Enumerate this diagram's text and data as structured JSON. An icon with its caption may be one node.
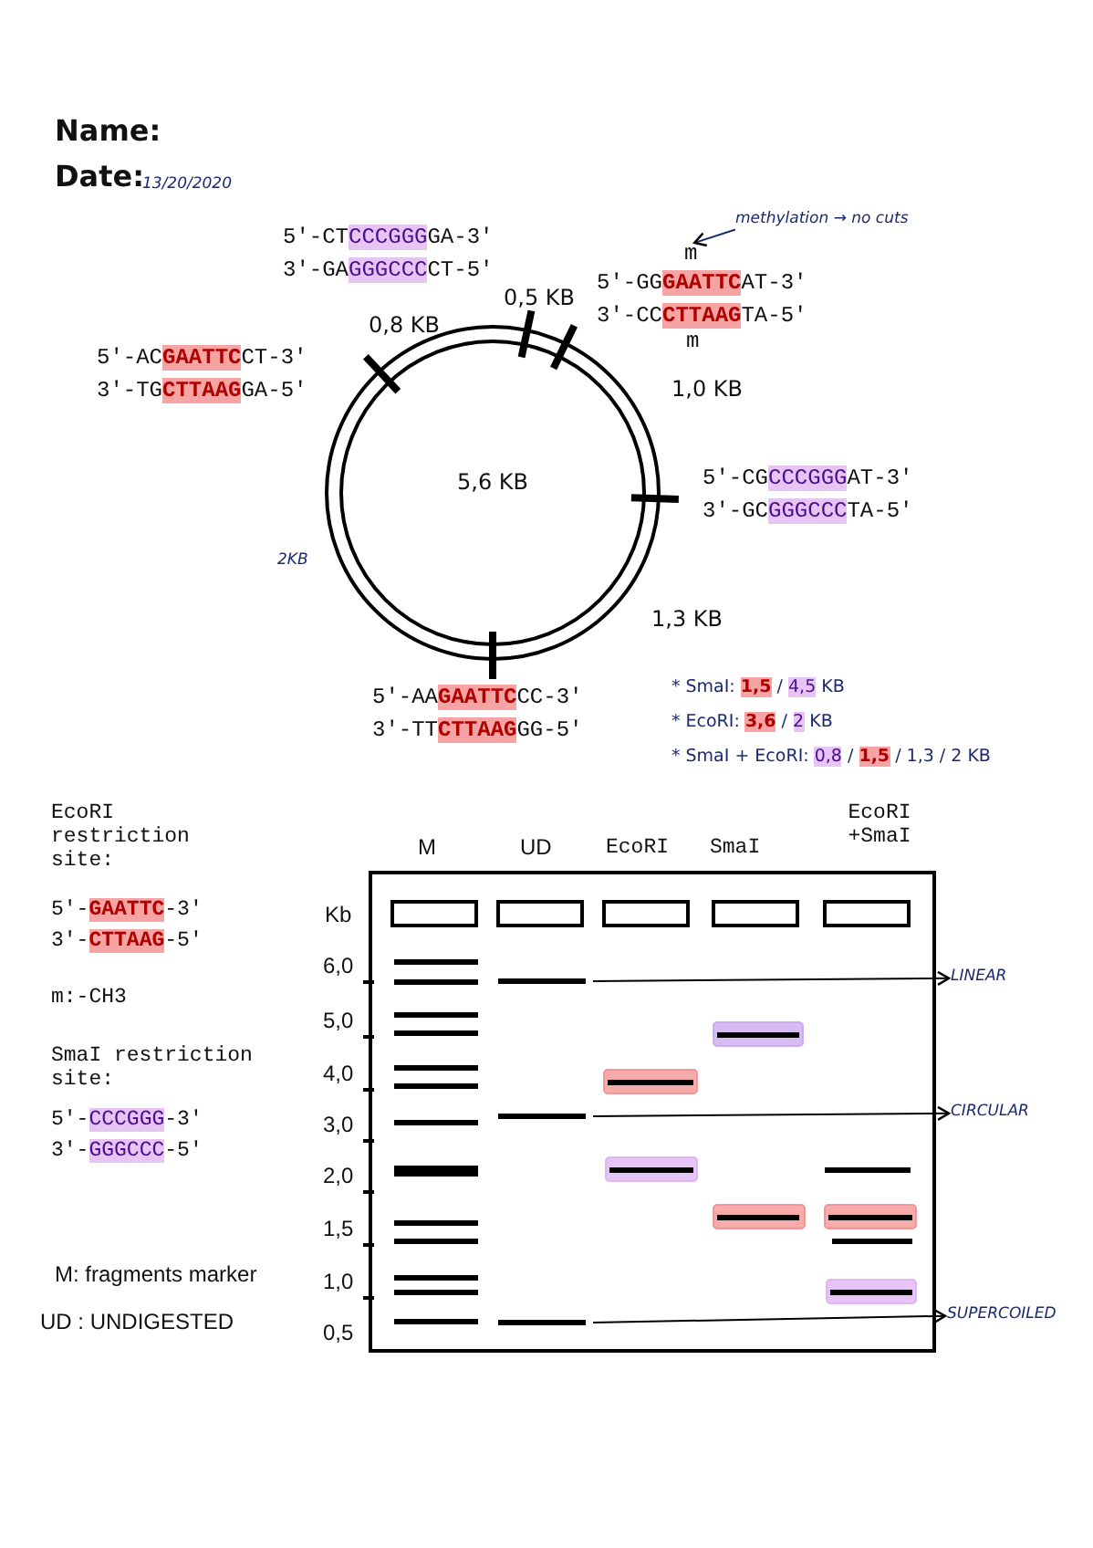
{
  "diagram": {
    "nodes": [
      {
        "text": [
          "5,6 KB"
        ]
      },
      {
        "text": [
          "m"
        ]
      },
      {
        "text": [
          "methylation → no cuts"
        ]
      },
      {
        "text": [],
        "shape": "bar"
      },
      {
        "text": [
          "LINEAR"
        ]
      },
      {
        "text": [],
        "shape": "bar"
      },
      {
        "text": [
          "CIRCULAR"
        ]
      },
      {
        "text": [],
        "shape": "bar"
      },
      {
        "text": [
          "SUPERCOILED"
        ]
      }
    ],
    "edges": [
      {
        "from": 2,
        "to": 1,
        "arrow": "to",
        "color": "#1a2a6e"
      },
      {
        "from": 3,
        "to": 4,
        "arrow": "to"
      },
      {
        "from": 5,
        "to": 6,
        "arrow": "to"
      },
      {
        "from": 7,
        "to": 8,
        "arrow": "to"
      }
    ],
    "labels": [
      "Name:",
      "Date:",
      "13/20/2020",
      "5′-CT**CCCGGG**GA-3′",
      "3′-GA**GGGCCC**CT-5′",
      "0,5 KB",
      "0,8 KB",
      "5′-GG**GAATTC**AT-3′",
      "3′-CC**CTTAAG**TA-5′",
      "m",
      "5′-AC**GAATTC**CT-3′",
      "3′-TG**CTTAAG**GA-5′",
      "1,0 KB",
      "5′-CG**CCCGGG**AT-3′",
      "3′-GC**GGGCCC**TA-5′",
      "2KB",
      "1,3 KB",
      "5′-AA**GAATTC**CC-3′",
      "3′-TT**CTTAAG**GG-5′",
      "* SmaI: **1,5** / *4,5* KB",
      "* EcoRI: **3,6** / *2* KB",
      "* SmaI + EcoRI: *0,8* / **1,5** / 1,3 / 2 KB",
      "EcoRI restriction site:",
      "5′-**GAATTC**-3′",
      "3′-**CTTAAG**-5′",
      "m:-CH3",
      "SmaI restriction site:",
      "5′-**CCCGGG**-3′",
      "3′-**GGGCCC**-5′",
      "M: fragments marker",
      "UD : UNDIGESTED",
      "M",
      "UD",
      "EcoRI",
      "SmaI",
      "EcoRI +SmaI",
      "Kb",
      "6,0",
      "5,0",
      "4,0",
      "3,0",
      "2,0",
      "1,5",
      "1,0",
      "0,5"
    ]
  }
}
